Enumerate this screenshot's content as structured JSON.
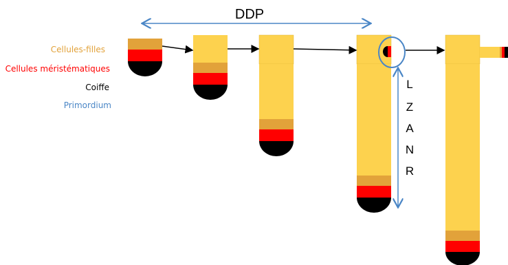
{
  "legend": {
    "daughter_cells": "Cellules-filles",
    "meristematic_cells": "Cellules méristématiques",
    "cap": "Coiffe",
    "primordium": "Primordium"
  },
  "labels": {
    "ddp": "DDP",
    "lzanr": [
      "L",
      "Z",
      "A",
      "N",
      "R"
    ]
  },
  "colors": {
    "root_body": "#fdd24e",
    "daughter_cells": "#e2a23a",
    "meristem": "#ff0000",
    "cap": "#000000",
    "primordium_accent": "#4a86c6",
    "daughter_text": "#e2a23a",
    "meristem_text": "#ff0000",
    "cap_text": "#000000",
    "primordium_text": "#4a86c6"
  }
}
